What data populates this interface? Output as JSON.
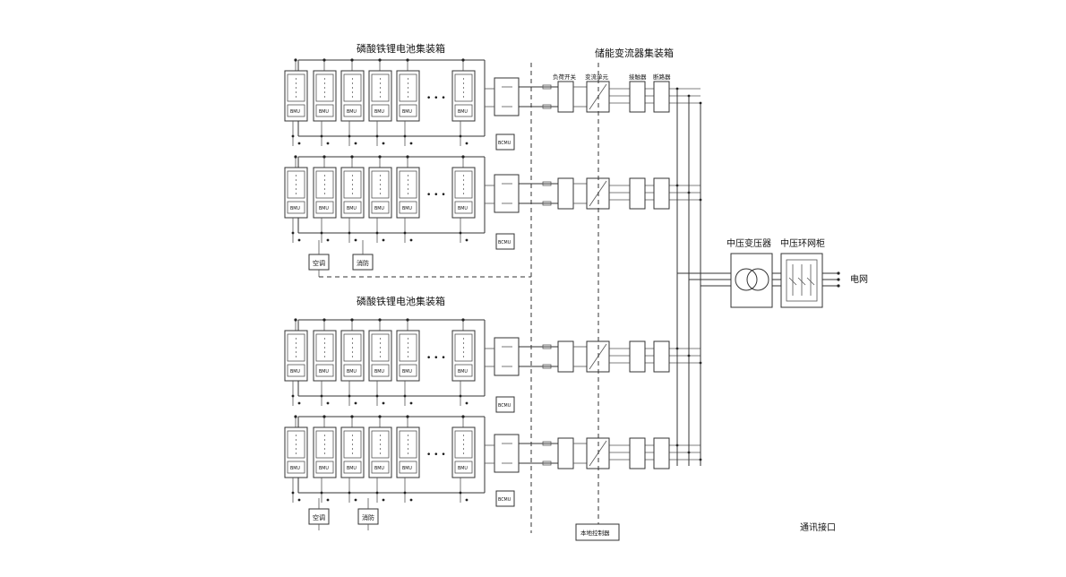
{
  "containers": {
    "battery_top_title": "磷酸铁锂电池集装箱",
    "battery_bottom_title": "磷酸铁锂电池集装箱",
    "pcs_title": "储能变流器集装箱"
  },
  "pcs_columns": {
    "load_switch": "负荷开关",
    "converter": "变流单元",
    "contactor": "接触器",
    "breaker": "断路器"
  },
  "modules": {
    "bmu_label": "BMU",
    "bcmu_label": "BCMU",
    "ellipsis": "• • •"
  },
  "aux": {
    "ac": "空调",
    "fire": "消防"
  },
  "grid_side": {
    "transformer": "中压变压器",
    "ring_main": "中压环网柜",
    "grid": "电网"
  },
  "local_controller": "本地控制器",
  "comm_interface": "通讯接口"
}
